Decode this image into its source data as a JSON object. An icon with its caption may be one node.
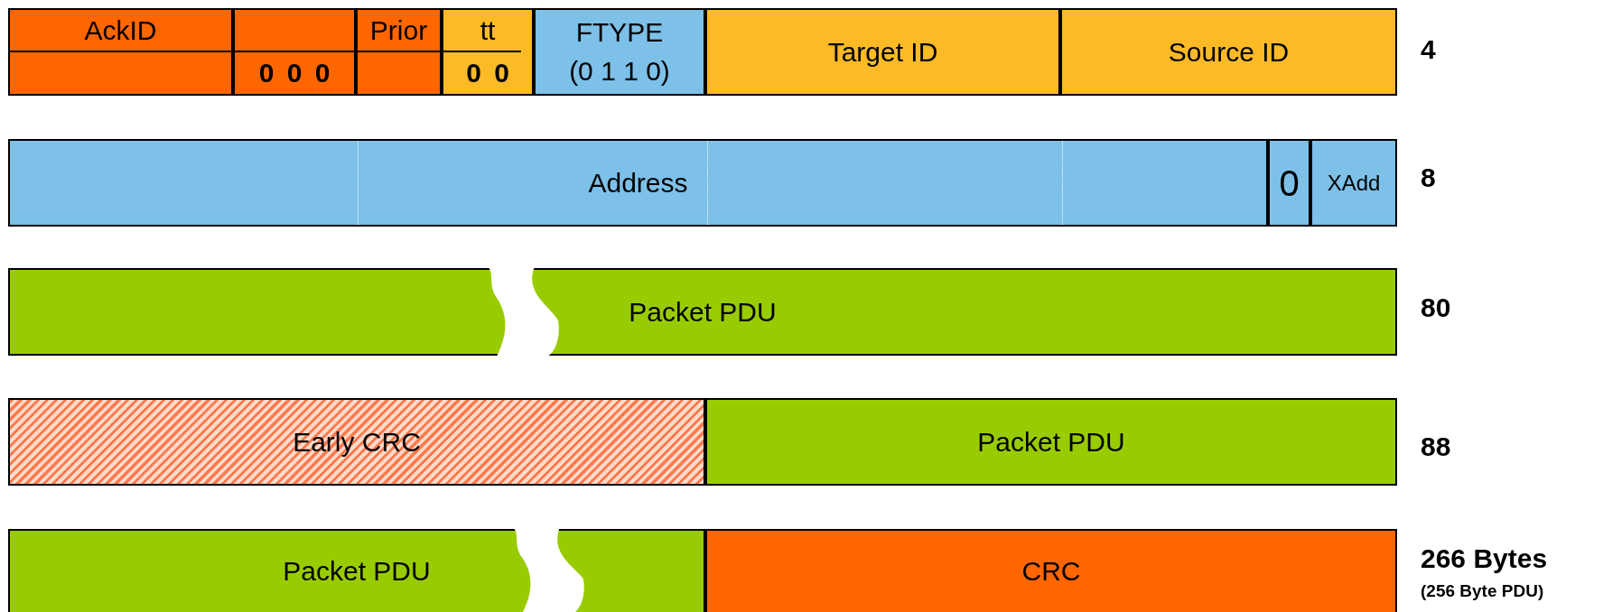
{
  "diagram": {
    "nodes": [
      {
        "text": [
          "AckID"
        ]
      },
      {
        "text": [
          "0 0 0"
        ]
      },
      {
        "text": [
          "Prior"
        ]
      },
      {
        "text": [
          "tt",
          "0 0"
        ]
      },
      {
        "text": [
          "FTYPE",
          "(0 1 1 0)"
        ]
      },
      {
        "text": [
          "Target ID"
        ]
      },
      {
        "text": [
          "Source ID"
        ]
      },
      {
        "text": [
          "Address"
        ]
      },
      {
        "text": [
          "0"
        ]
      },
      {
        "text": [
          "XAdd"
        ]
      },
      {
        "text": [
          "Packet PDU"
        ]
      },
      {
        "text": [
          "Early CRC"
        ]
      },
      {
        "text": [
          "Packet PDU"
        ]
      },
      {
        "text": [
          "Packet PDU"
        ]
      },
      {
        "text": [
          "CRC"
        ]
      }
    ],
    "edges": [],
    "labels": [
      "4",
      "8",
      "80",
      "88",
      "266 Bytes",
      "(256 Byte PDU)"
    ]
  }
}
